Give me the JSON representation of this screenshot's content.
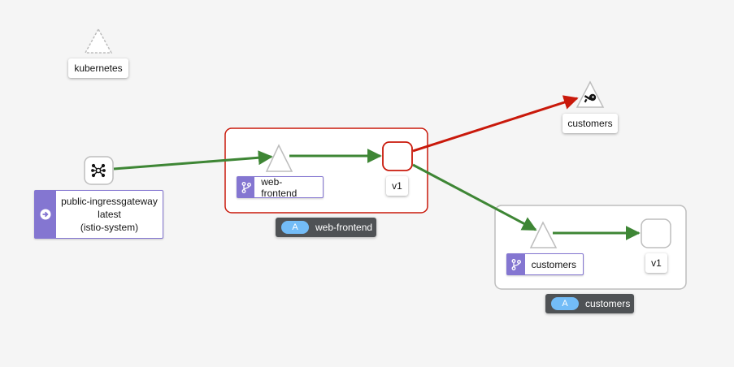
{
  "colors": {
    "edge_ok": "#3e8635",
    "edge_error": "#c9190b",
    "service_badge": "#8476d1",
    "app_pill": "#73bcf7",
    "app_label_bg": "#4f5255"
  },
  "nodes": {
    "kubernetes": {
      "label": "kubernetes",
      "icon": "triangle-outline-icon"
    },
    "gateway": {
      "icon": "istio-gateway-icon",
      "badge_icon": "arrow-circle-right-icon",
      "line1": "public-ingressgateway",
      "line2": "latest",
      "line3": "(istio-system)"
    },
    "web_frontend": {
      "service_label": "web-frontend",
      "badge_icon": "code-branch-icon",
      "version_label": "v1",
      "app_badge": "A",
      "app_label": "web-frontend"
    },
    "customers_external": {
      "label": "customers",
      "icon": "key-icon"
    },
    "customers": {
      "service_label": "customers",
      "badge_icon": "code-branch-icon",
      "version_label": "v1",
      "app_badge": "A",
      "app_label": "customers"
    }
  }
}
